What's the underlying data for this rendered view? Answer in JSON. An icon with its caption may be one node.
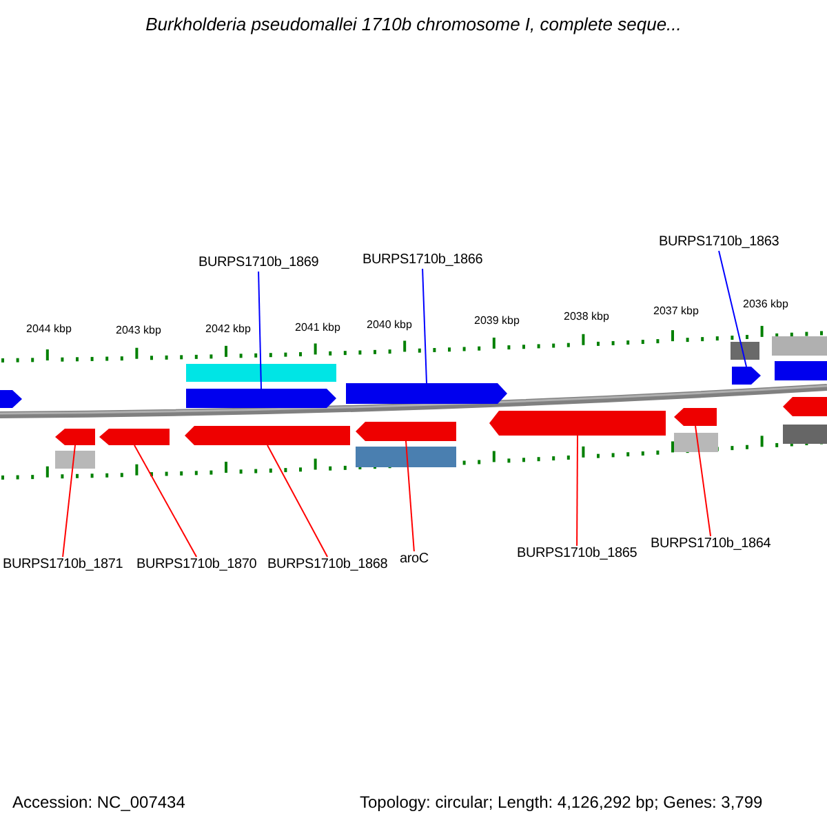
{
  "diagram": {
    "title": "Burkholderia pseudomallei 1710b chromosome I, complete seque...",
    "nodes": [
      {
        "text": [
          "BURPS1710b_1869"
        ]
      },
      {
        "text": [],
        "shape": "arrow"
      },
      {
        "text": [
          "BURPS1710b_1866"
        ]
      },
      {
        "text": [],
        "shape": "arrow"
      },
      {
        "text": [
          "BURPS1710b_1863"
        ]
      },
      {
        "text": [],
        "shape": "arrow"
      },
      {
        "text": [
          "BURPS1710b_1871"
        ]
      },
      {
        "text": [],
        "shape": "arrow"
      },
      {
        "text": [
          "BURPS1710b_1870"
        ]
      },
      {
        "text": [],
        "shape": "arrow"
      },
      {
        "text": [
          "BURPS1710b_1868"
        ]
      },
      {
        "text": [],
        "shape": "arrow"
      },
      {
        "text": [
          "aroC"
        ]
      },
      {
        "text": [],
        "shape": "arrow"
      },
      {
        "text": [
          "BURPS1710b_1865"
        ]
      },
      {
        "text": [],
        "shape": "arrow"
      },
      {
        "text": [
          "BURPS1710b_1864"
        ]
      },
      {
        "text": [],
        "shape": "arrow"
      }
    ],
    "edges": [
      {
        "from": 0,
        "to": 1,
        "arrow": "none",
        "color": "#0000ff"
      },
      {
        "from": 2,
        "to": 3,
        "arrow": "none",
        "color": "#0000ff"
      },
      {
        "from": 4,
        "to": 5,
        "arrow": "none",
        "color": "#0000ff"
      },
      {
        "from": 6,
        "to": 7,
        "arrow": "none",
        "color": "#ff0000"
      },
      {
        "from": 8,
        "to": 9,
        "arrow": "none",
        "color": "#ff0000"
      },
      {
        "from": 10,
        "to": 11,
        "arrow": "none",
        "color": "#ff0000"
      },
      {
        "from": 12,
        "to": 13,
        "arrow": "none",
        "color": "#ff0000"
      },
      {
        "from": 14,
        "to": 15,
        "arrow": "none",
        "color": "#ff0000"
      },
      {
        "from": 16,
        "to": 17,
        "arrow": "none",
        "color": "#ff0000"
      }
    ],
    "labels": [
      "2044 kbp",
      "2043 kbp",
      "2042 kbp",
      "2041 kbp",
      "2040 kbp",
      "2039 kbp",
      "2038 kbp",
      "2037 kbp",
      "2036 kbp",
      "Accession: NC_007434",
      "Topology: circular; Length: 4,126,292 bp; Genes: 3,799"
    ]
  }
}
